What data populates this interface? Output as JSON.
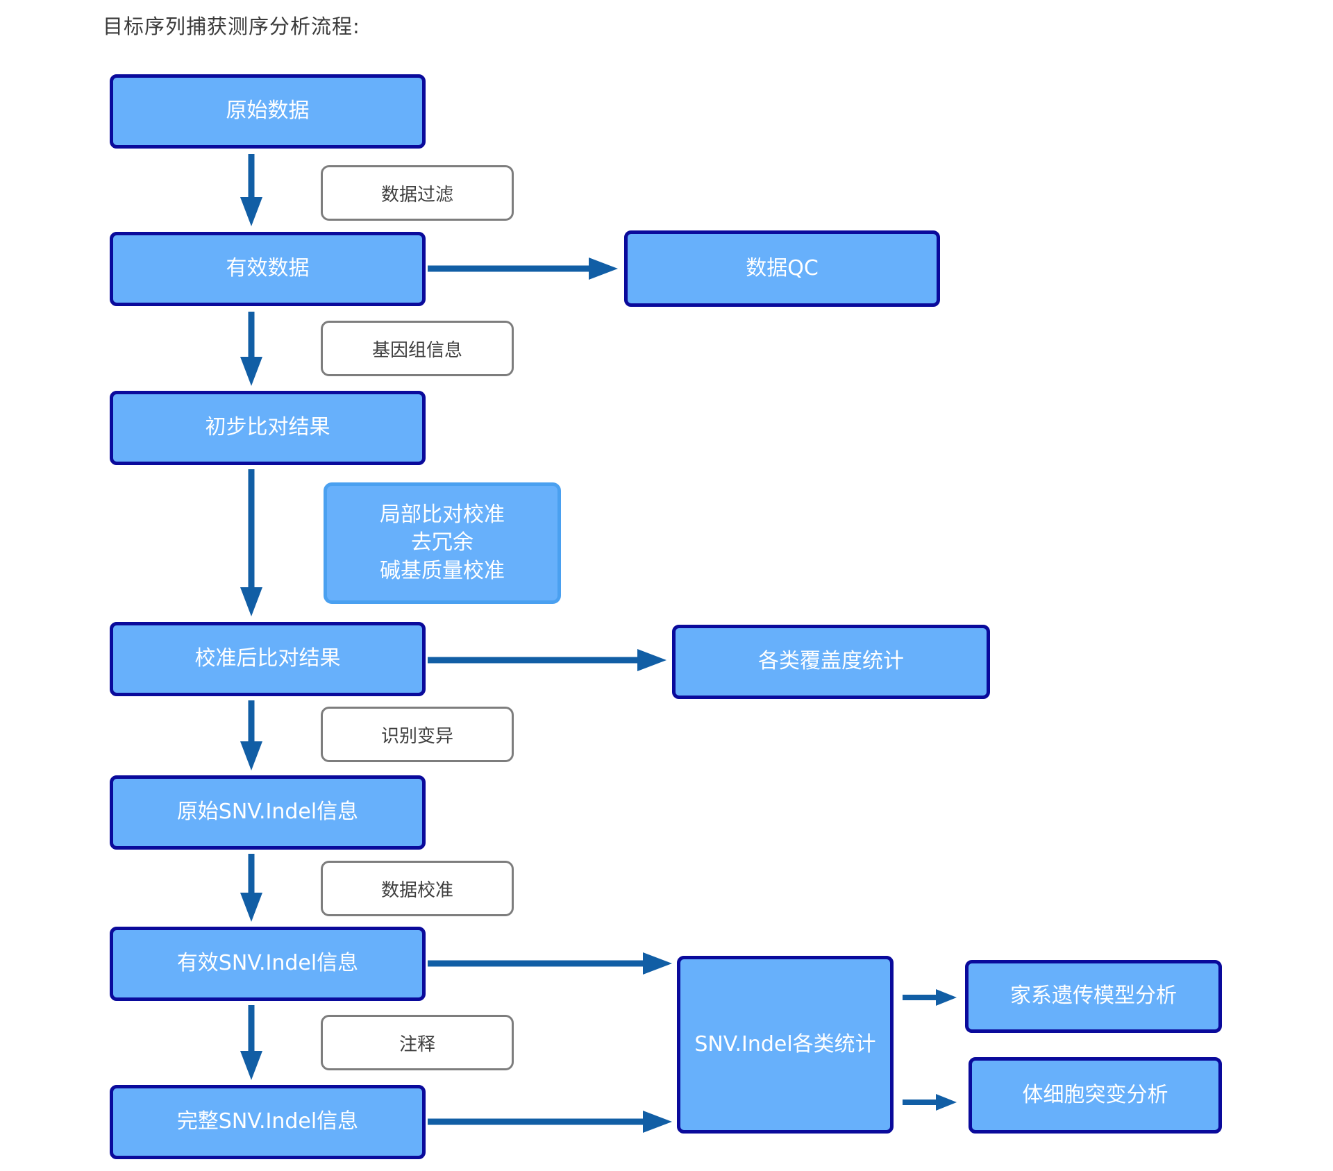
{
  "title": "目标序列捕获测序分析流程:",
  "colors": {
    "node_fill": "#67b0fb",
    "node_border": "#0a0a9b",
    "soft_border": "#4aa0f0",
    "label_border": "#7d7d7d",
    "label_text": "#3f3f3f",
    "node_text": "#ffffff",
    "title_text": "#3a3a3a",
    "arrow": "#115ea5"
  },
  "nodes": {
    "raw_data": "原始数据",
    "valid_data": "有效数据",
    "prelim_align": "初步比对结果",
    "calib_align": "校准后比对结果",
    "raw_snv": "原始SNV.Indel信息",
    "valid_snv": "有效SNV.Indel信息",
    "full_snv": "完整SNV.Indel信息",
    "data_qc": "数据QC",
    "coverage_stats": "各类覆盖度统计",
    "snv_stats": "SNV.Indel各类统计",
    "family_model": "家系遗传模型分析",
    "somatic_mutation": "体细胞突变分析",
    "local_calibration": "局部比对校准\n去冗余\n碱基质量校准"
  },
  "process_labels": {
    "data_filter": "数据过滤",
    "genome_info": "基因组信息",
    "variant_calling": "识别变异",
    "data_calibration": "数据校准",
    "annotation": "注释"
  }
}
